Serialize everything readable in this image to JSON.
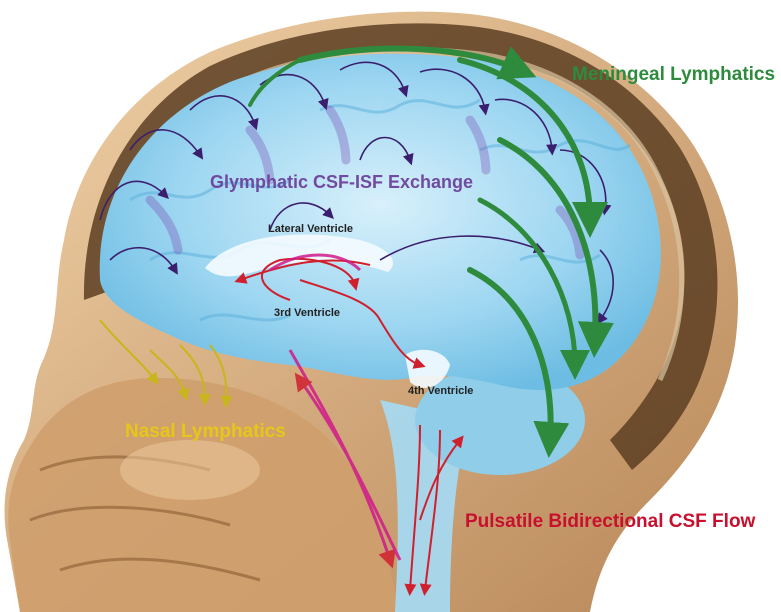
{
  "labels": {
    "meningeal": "Meningeal Lymphatics",
    "glymphatic": "Glymphatic CSF-ISF Exchange",
    "lateral_ventricle": "Lateral Ventricle",
    "third_ventricle": "3rd Ventricle",
    "fourth_ventricle": "4th Ventricle",
    "nasal": "Nasal Lymphatics",
    "pulsatile": "Pulsatile Bidirectional CSF Flow"
  },
  "colors": {
    "meningeal": "#2e8b3d",
    "glymphatic": "#6a3d9a",
    "nasal": "#e6c619",
    "pulsatile": "#c8102e",
    "csf_blue": "#8fd0ee",
    "skull": "#6b4a2a",
    "skin": "#e0b98c"
  }
}
